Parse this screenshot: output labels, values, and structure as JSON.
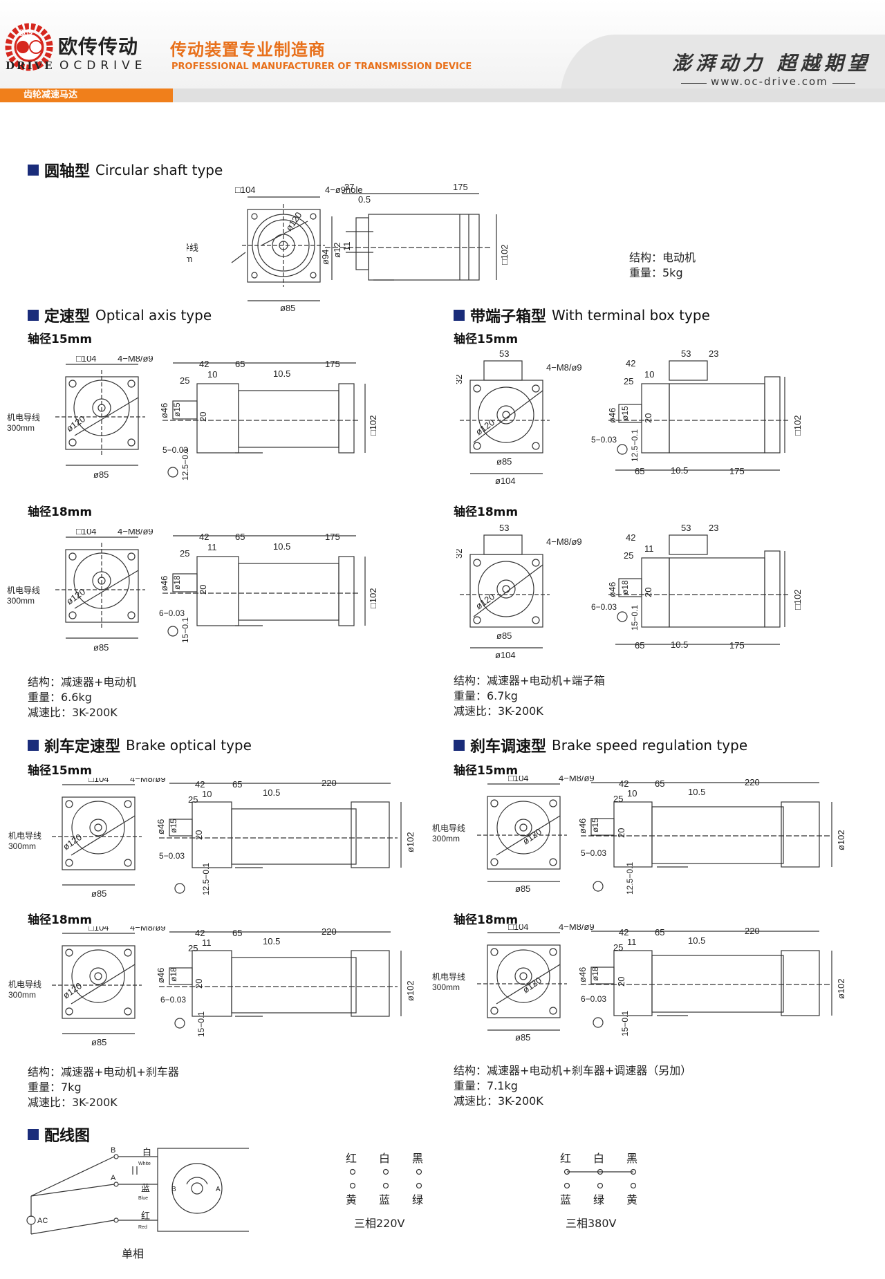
{
  "header": {
    "logo_mark": "欧传",
    "brand_cn": "欧传传动",
    "brand_drive": "DRIVE",
    "brand_en": "OCDRIVE",
    "tagline_cn": "传动装置专业制造商",
    "tagline_en": "PROFESSIONAL MANUFACTURER OF TRANSMISSION DEVICE",
    "slogan": "澎湃动力 超越期望",
    "url": "www.oc-drive.com",
    "category": "齿轮减速马达"
  },
  "sections": {
    "circular": {
      "cn": "圆轴型",
      "en": "Circular shaft type",
      "structure": "结构：电动机",
      "weight": "重量：5kg"
    },
    "optical": {
      "cn": "定速型",
      "en": "Optical axis type",
      "structure": "结构：减速器+电动机",
      "weight": "重量：6.6kg",
      "ratio": "减速比：3K-200K"
    },
    "terminal": {
      "cn": "带端子箱型",
      "en": "With terminal box type",
      "structure": "结构：减速器+电动机+端子箱",
      "weight": "重量：6.7kg",
      "ratio": "减速比：3K-200K"
    },
    "brake": {
      "cn": "刹车定速型",
      "en": "Brake optical type",
      "structure": "结构：减速器+电动机+刹车器",
      "weight": "重量：7kg",
      "ratio": "减速比：3K-200K"
    },
    "brake_speed": {
      "cn": "刹车调速型",
      "en": "Brake speed regulation type",
      "structure": "结构：减速器+电动机+刹车器+调速器（另加）",
      "weight": "重量：7.1kg",
      "ratio": "减速比：3K-200K"
    },
    "wiring": {
      "cn": "配线图"
    }
  },
  "labels": {
    "shaft15": "轴径15mm",
    "shaft18": "轴径18mm",
    "lead": "机电导线",
    "lead_len": "300mm",
    "sq104": "□104",
    "holes_m8": "4−M8/ø9",
    "holes_9": "4−ø9hole",
    "d85": "ø85",
    "d104": "ø104",
    "d120": "ø120",
    "d94": "ø94",
    "d12": "ø12",
    "d46": "ø46",
    "d15": "ø15",
    "d18": "ø18",
    "sq102": "□102",
    "d102": "ø102",
    "d11": "11",
    "n37": "37",
    "n175": "175",
    "n0_5": "0.5",
    "n42": "42",
    "n65": "65",
    "n10_5": "10.5",
    "n25": "25",
    "n10": "10",
    "n11": "11",
    "n20": "20",
    "n220": "220",
    "n53": "53",
    "n23": "23",
    "n32": "32",
    "key15": "5−0.03",
    "key18": "6−0.03",
    "key_depth15": "12.5−0.1",
    "key_depth18": "15−0.1"
  },
  "wiring": {
    "single": {
      "B": "B",
      "A": "A",
      "white_cn": "白",
      "white_en": "White",
      "blue_cn": "蓝",
      "blue_en": "Blue",
      "red_cn": "红",
      "red_en": "Red",
      "ac": "AC",
      "motor_b": "B",
      "motor_a": "A",
      "caption": "单相"
    },
    "three220": {
      "top": [
        "红",
        "白",
        "黑"
      ],
      "bottom": [
        "黄",
        "蓝",
        "绿"
      ],
      "caption": "三相220V"
    },
    "three380": {
      "top": [
        "红",
        "白",
        "黑"
      ],
      "bottom": [
        "蓝",
        "绿",
        "黄"
      ],
      "caption": "三相380V"
    }
  }
}
